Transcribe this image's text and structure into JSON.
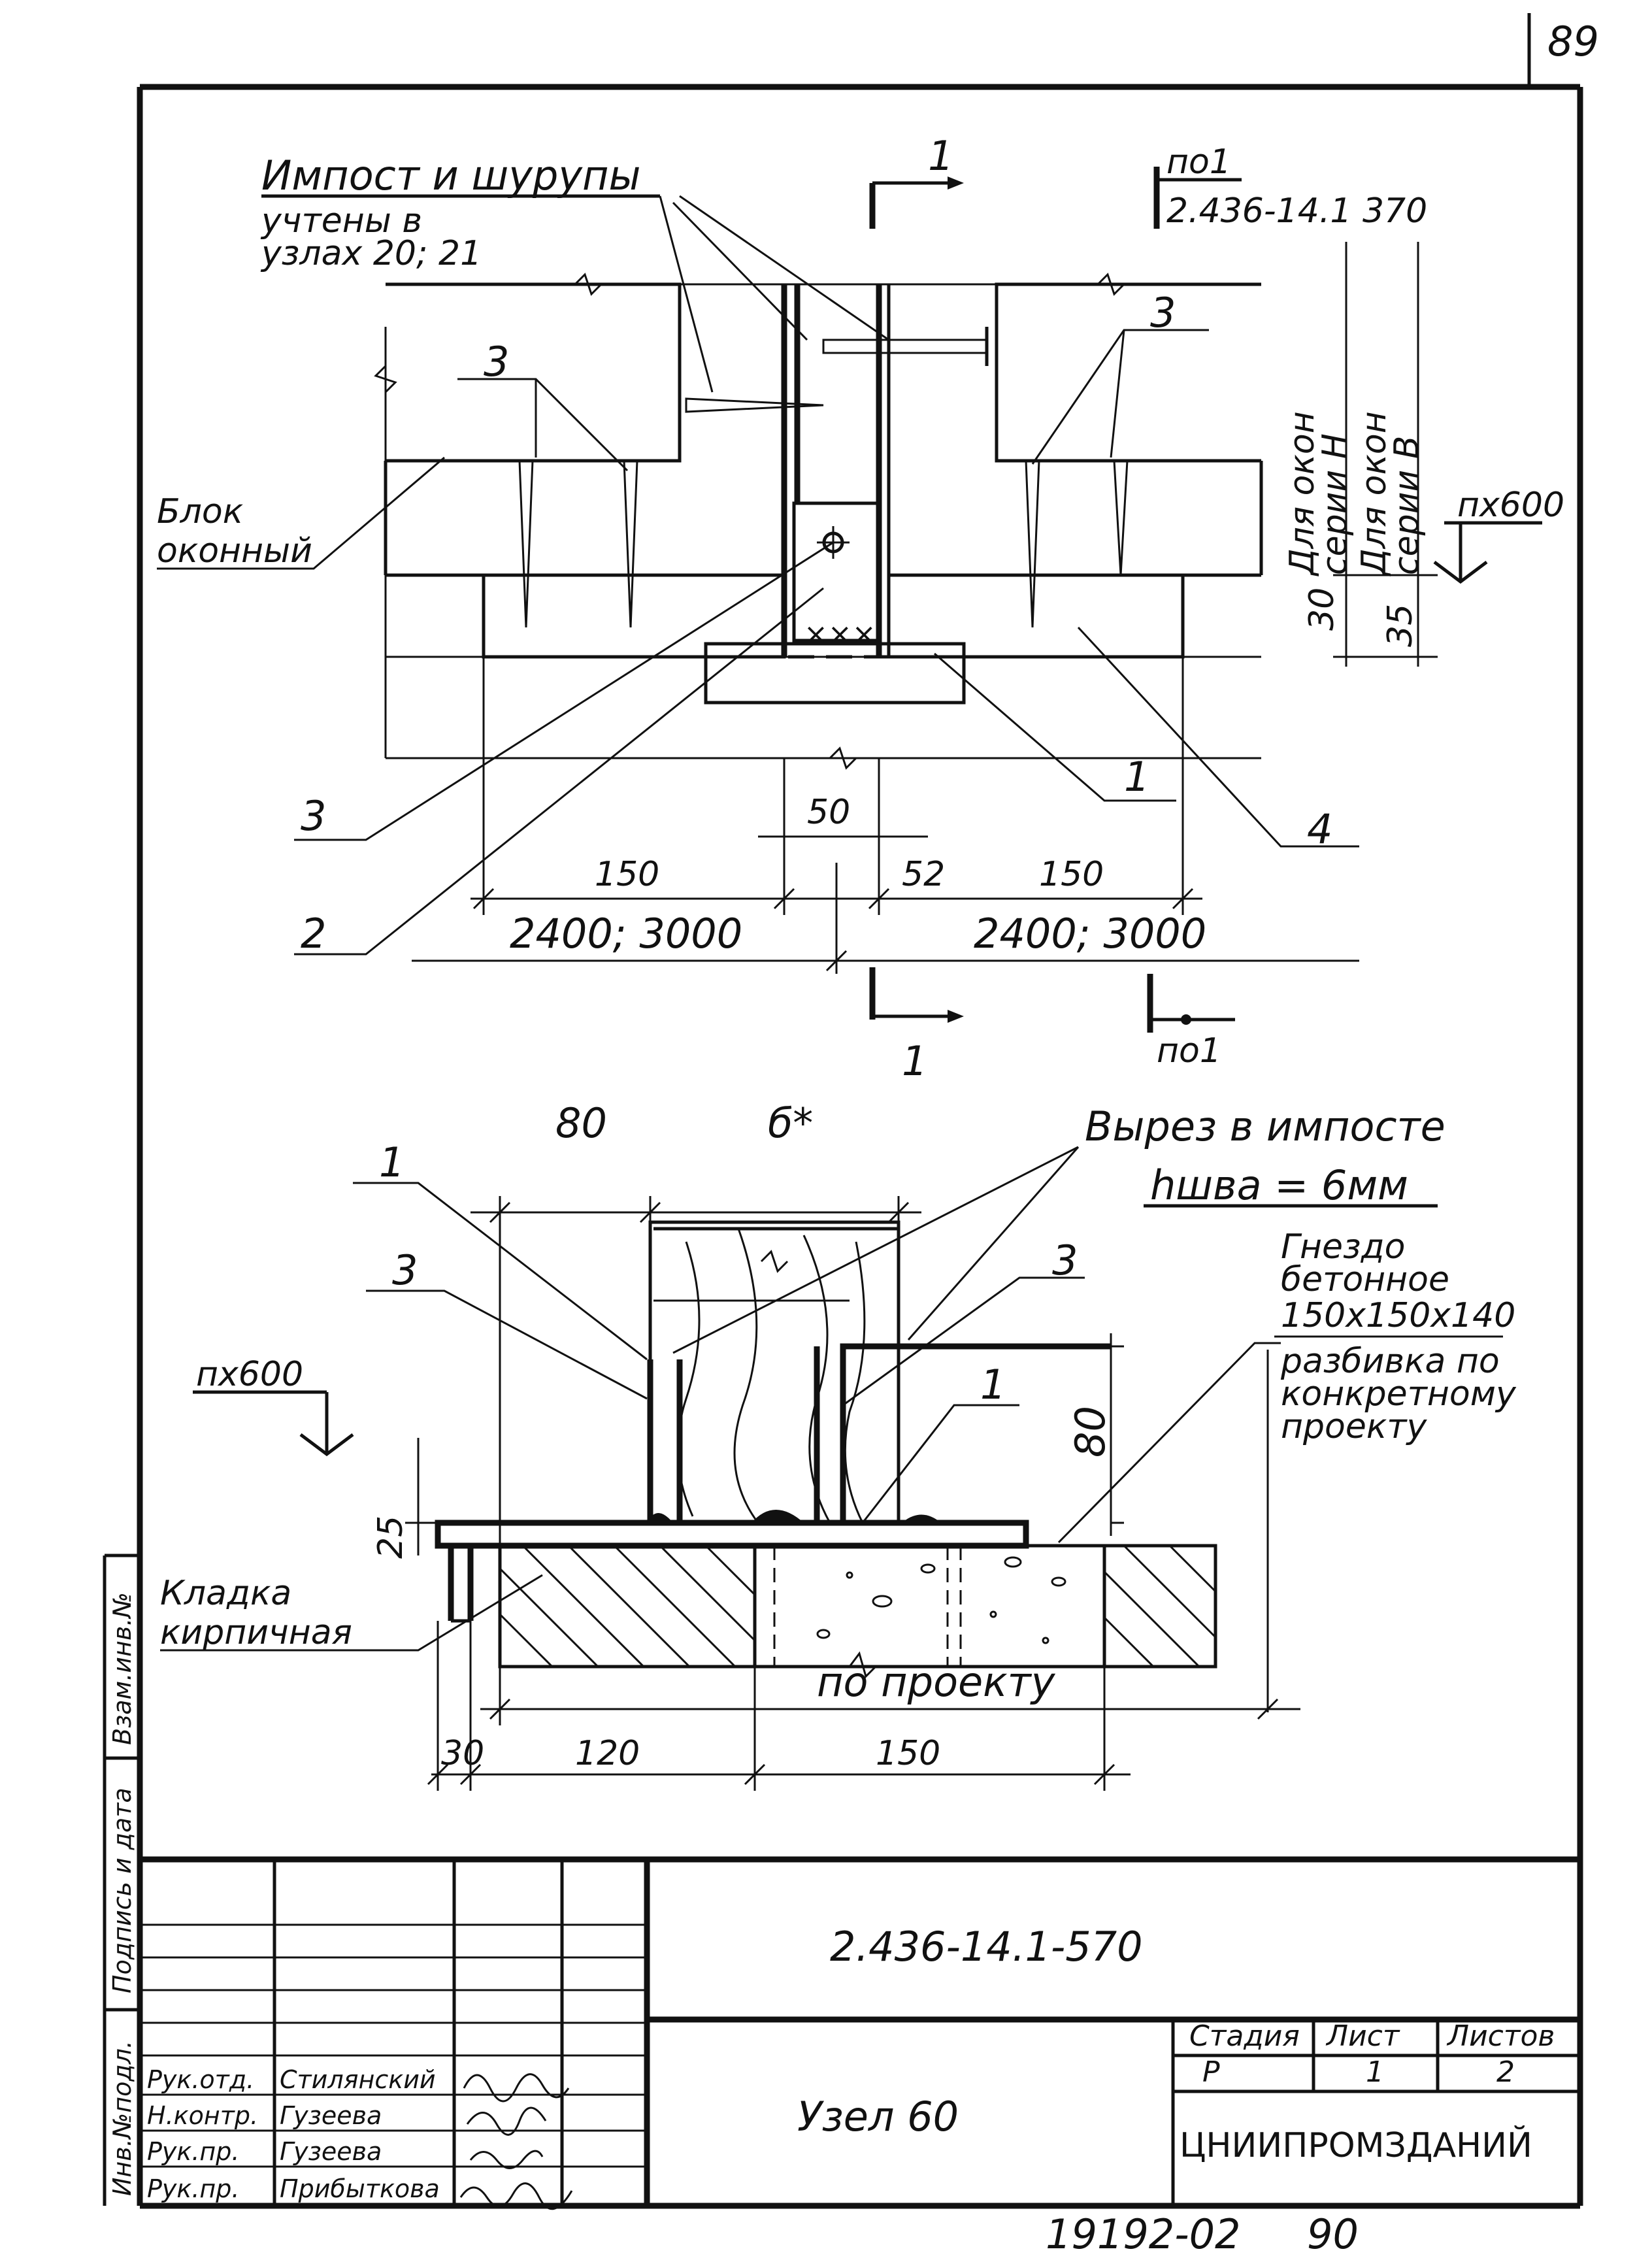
{
  "sheet": {
    "page_number": "89",
    "footer_number": "19192-02",
    "footer_page": "90"
  },
  "plan_view": {
    "callout_impost": "Импост и шурупы",
    "callout_impost_2": "учтены в",
    "callout_impost_3": "узлах 20; 21",
    "label_block": "Блок",
    "label_block_2": "оконный",
    "section_mark": "1",
    "ref_top": "по1",
    "ref_series": "2.436-14.1 370",
    "for_windows_h": "Для окон",
    "for_windows_h_2": "серии Н",
    "for_windows_v": "Для окон",
    "for_windows_v_2": "серии В",
    "level_mark": "пх600",
    "dim_30": "30",
    "dim_35": "35",
    "dim_50": "50",
    "dim_52": "52",
    "dim_150_left": "150",
    "dim_150_right": "150",
    "dim_span_left": "2400; 3000",
    "dim_span_right": "2400; 3000",
    "pos_3a": "3",
    "pos_3b": "3",
    "pos_3c": "3",
    "pos_2": "2",
    "pos_1": "1",
    "pos_4": "4",
    "ref_bottom": "по1"
  },
  "section_view": {
    "dim_80_top": "80",
    "dim_b": "б*",
    "cut_note": "Вырез в импосте",
    "weld_note": "hшва = 6мм",
    "pos_1a": "1",
    "pos_1b": "1",
    "pos_3a": "3",
    "pos_3b": "3",
    "level_mark": "пх600",
    "dim_25": "25",
    "dim_80_side": "80",
    "socket_note": "Гнездо",
    "socket_note_2": "бетонное",
    "socket_note_3": "150х150х140",
    "socket_note_4": "разбивка по",
    "socket_note_5": "конкретному",
    "socket_note_6": "проекту",
    "masonry_note": "Кладка",
    "masonry_note_2": "кирпичная",
    "dim_by_project": "по проекту",
    "dim_30": "30",
    "dim_120": "120",
    "dim_150": "150"
  },
  "title_block": {
    "doc_code": "2.436-14.1-570",
    "title": "Узел 60",
    "stage_label": "Стадия",
    "sheet_label": "Лист",
    "sheets_label": "Листов",
    "stage_value": "Р",
    "sheet_value": "1",
    "sheets_value": "2",
    "organization": "ЦНИИПРОМЗДАНИЙ",
    "roles": [
      {
        "role": "Рук.отд.",
        "name": "Стилянский"
      },
      {
        "role": "Н.контр.",
        "name": "Гузеева"
      },
      {
        "role": "Рук.пр.",
        "name": "Гузеева"
      },
      {
        "role": "Рук.пр.",
        "name": "Прибыткова"
      }
    ],
    "side_labels": [
      "Инв.№подл.",
      "Подпись и дата",
      "Взам.инв.№"
    ]
  }
}
